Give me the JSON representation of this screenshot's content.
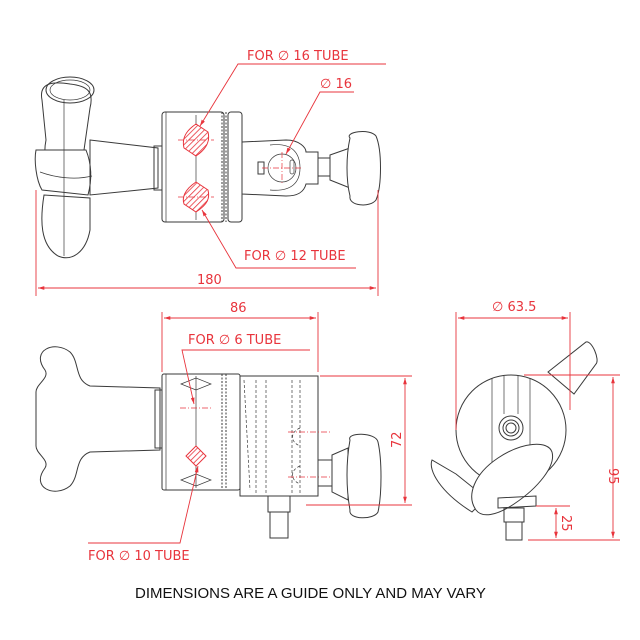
{
  "drawing": {
    "title": "Grip head clamp technical drawing",
    "colors": {
      "line": "#3a3a3a",
      "dimension": "#e8343c",
      "background": "#ffffff"
    },
    "top_view": {
      "callouts": {
        "tube16": "FOR ∅ 16 TUBE",
        "dia16": "∅ 16",
        "tube12": "FOR ∅ 12 TUBE"
      },
      "dimensions": {
        "overall_length": "180"
      }
    },
    "side_view": {
      "callouts": {
        "tube6": "FOR ∅ 6 TUBE",
        "tube10": "FOR ∅ 10 TUBE"
      },
      "dimensions": {
        "body_length": "86",
        "height": "72"
      }
    },
    "end_view": {
      "dimensions": {
        "diameter": "∅ 63.5",
        "overall_height": "95",
        "spigot_height": "25"
      }
    },
    "footer_note": "DIMENSIONS ARE A GUIDE ONLY AND MAY VARY"
  }
}
